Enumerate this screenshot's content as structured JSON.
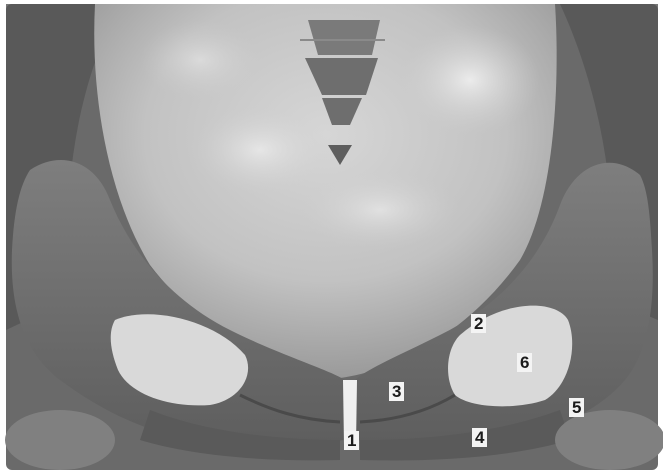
{
  "figure": {
    "description_free": true,
    "labels": [
      {
        "id": "l1",
        "text": "1"
      },
      {
        "id": "l2",
        "text": "2"
      },
      {
        "id": "l3",
        "text": "3"
      },
      {
        "id": "l4",
        "text": "4"
      },
      {
        "id": "l5",
        "text": "5"
      },
      {
        "id": "l6",
        "text": "6"
      }
    ]
  }
}
